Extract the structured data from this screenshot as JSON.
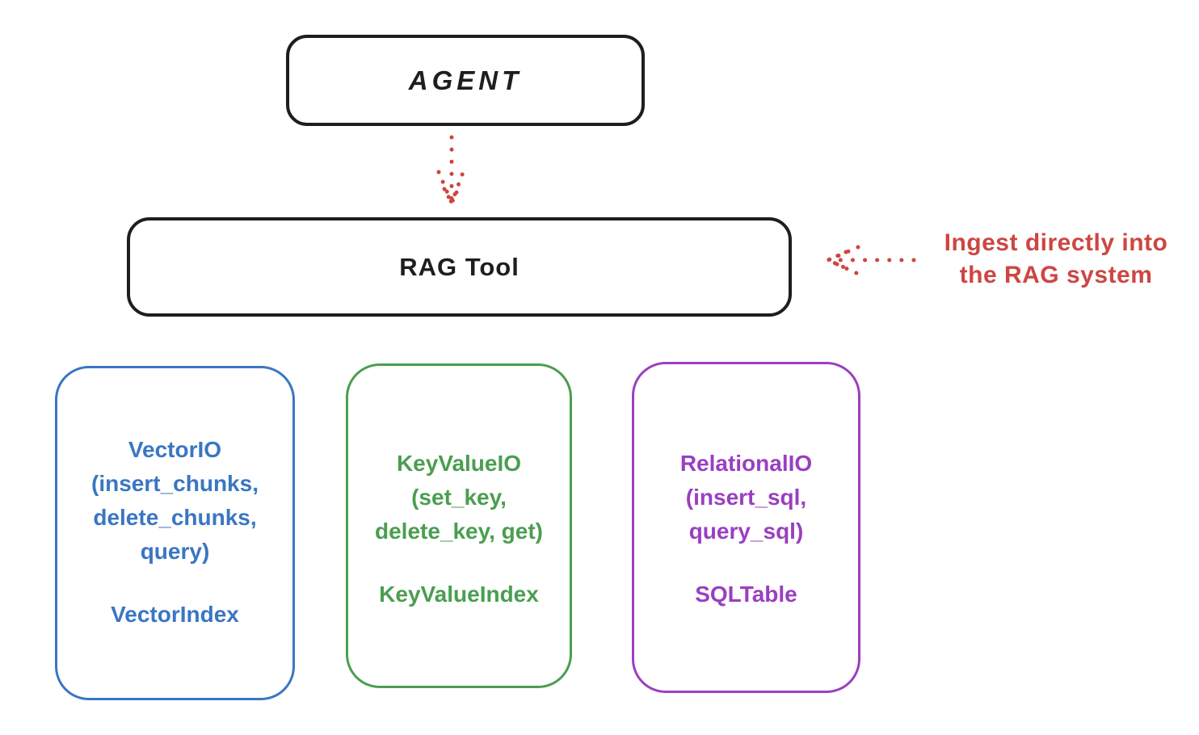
{
  "diagram": {
    "title_implicit": "RAG Tool architecture sketch",
    "colors": {
      "ink": "#1e1e1e",
      "red": "#cd4641",
      "blue": "#3a76c2",
      "green": "#4a9e50",
      "purple": "#9a3fc0",
      "background": "#ffffff"
    },
    "agent_box": {
      "label": "AGENT"
    },
    "rag_tool_box": {
      "label": "RAG Tool"
    },
    "annotation": {
      "line1": "Ingest directly into",
      "line2": "the RAG system"
    },
    "backend_boxes": [
      {
        "id": "vector-io",
        "color": "#3a76c2",
        "lines": [
          "VectorIO",
          "(insert_chunks,",
          "delete_chunks,",
          "query)"
        ],
        "index_label": "VectorIndex"
      },
      {
        "id": "key-value-io",
        "color": "#4a9e50",
        "lines": [
          "KeyValueIO",
          "(set_key,",
          "delete_key, get)"
        ],
        "index_label": "KeyValueIndex"
      },
      {
        "id": "relational-io",
        "color": "#9a3fc0",
        "lines": [
          "RelationalIO",
          "(insert_sql,",
          "query_sql)"
        ],
        "index_label": "SQLTable"
      }
    ]
  }
}
